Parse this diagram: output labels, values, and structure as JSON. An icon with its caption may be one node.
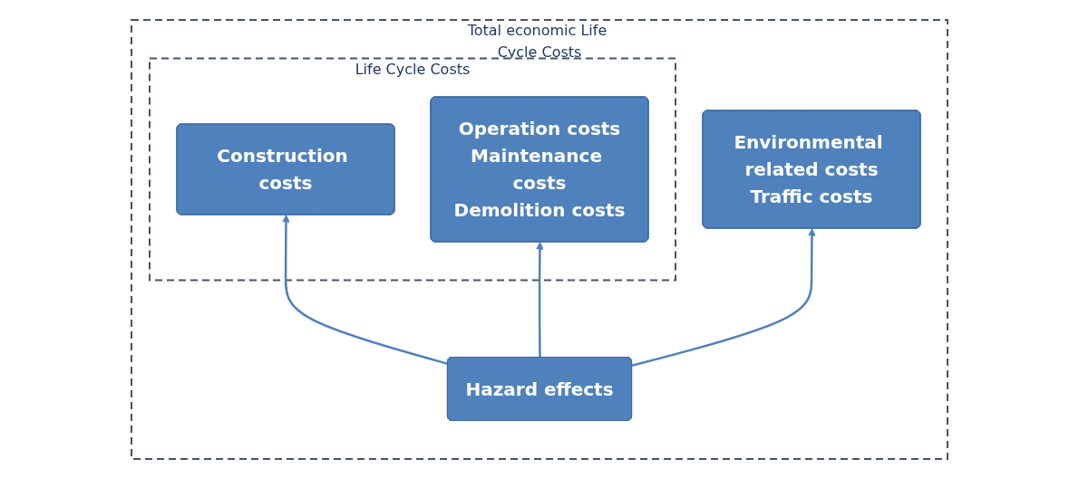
{
  "diagram": {
    "nodes": [
      {
        "text": [
          "Total economic Life Cycle Costs"
        ]
      },
      {
        "text": [
          "Life Cycle Costs"
        ],
        "in": 0
      },
      {
        "text": [
          "Construction costs"
        ],
        "in": 1
      },
      {
        "text": [
          "Operation costs",
          "Maintenance costs",
          "Demolition costs"
        ],
        "in": 1
      },
      {
        "text": [
          "Environmental related costs",
          "Traffic costs"
        ],
        "in": 0
      },
      {
        "text": [
          "Hazard effects"
        ],
        "in": 0
      }
    ],
    "edges": [
      {
        "from": 5,
        "to": 2,
        "arrow": "to"
      },
      {
        "from": 5,
        "to": 3,
        "arrow": "to"
      },
      {
        "from": 5,
        "to": 4,
        "arrow": "to"
      }
    ]
  }
}
